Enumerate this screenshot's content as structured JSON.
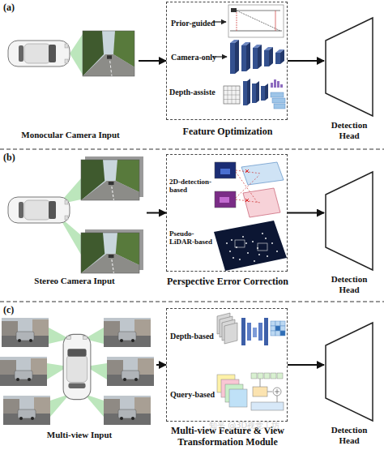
{
  "diagram": {
    "nodes": [
      {
        "text": [
          "Monocular Camera Input"
        ]
      },
      {
        "text": [
          "Prior-guided",
          "Camera-only",
          "Depth-assiste",
          "Feature Optimization"
        ]
      },
      {
        "text": [
          "Detection Head"
        ]
      },
      {
        "text": [
          "Stereo Camera Input"
        ]
      },
      {
        "text": [
          "2D-detection-based",
          "Pseudo-LiDAR-based",
          "Perspective Error Correction"
        ]
      },
      {
        "text": [
          "Detection Head"
        ]
      },
      {
        "text": [
          "Multi-view Input"
        ]
      },
      {
        "text": [
          "Depth-based",
          "Query-based",
          "Multi-view Feature & View Transformation Module"
        ]
      },
      {
        "text": [
          "Detection Head"
        ]
      }
    ],
    "edges": [
      {
        "from": 0,
        "to": 1,
        "arrow": "to"
      },
      {
        "from": 1,
        "to": 2,
        "arrow": "to"
      },
      {
        "from": 3,
        "to": 4,
        "arrow": "to"
      },
      {
        "from": 4,
        "to": 5,
        "arrow": "to"
      },
      {
        "from": 6,
        "to": 7,
        "arrow": "to"
      },
      {
        "from": 7,
        "to": 8,
        "arrow": "to"
      }
    ],
    "labels": [
      "(a)",
      "(b)",
      "(c)",
      "知乎 @3D视觉工坊"
    ]
  }
}
